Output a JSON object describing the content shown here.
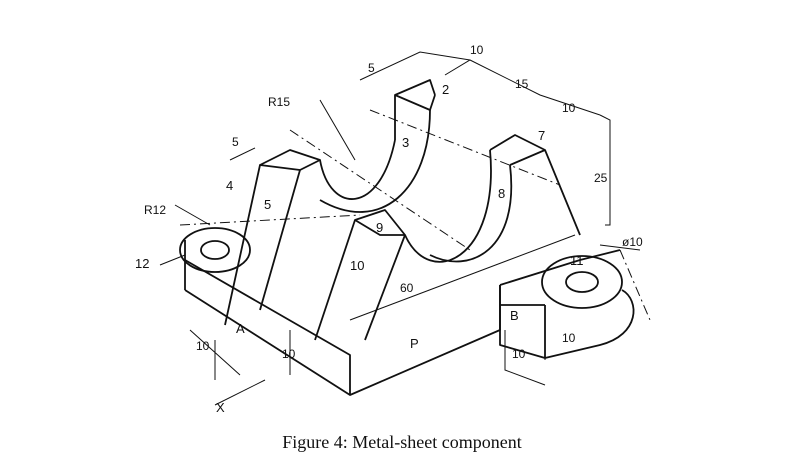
{
  "caption": "Figure 4: Metal-sheet component",
  "face_labels": [
    "2",
    "3",
    "4",
    "5",
    "7",
    "8",
    "9",
    "10",
    "11",
    "12"
  ],
  "region_labels": {
    "a": "A",
    "b": "B",
    "p": "P",
    "x": "X"
  },
  "dimensions": {
    "r15": "R15",
    "r12": "R12",
    "dia10": "ø10",
    "top5": "5",
    "top10": "10",
    "top15": "15",
    "top10b": "10",
    "left5": "5",
    "h25": "25",
    "len60": "60",
    "base10": "10",
    "baseh10": "10",
    "right10": "10",
    "righth10": "10"
  },
  "colors": {
    "ink": "#111111",
    "background": "#ffffff"
  }
}
